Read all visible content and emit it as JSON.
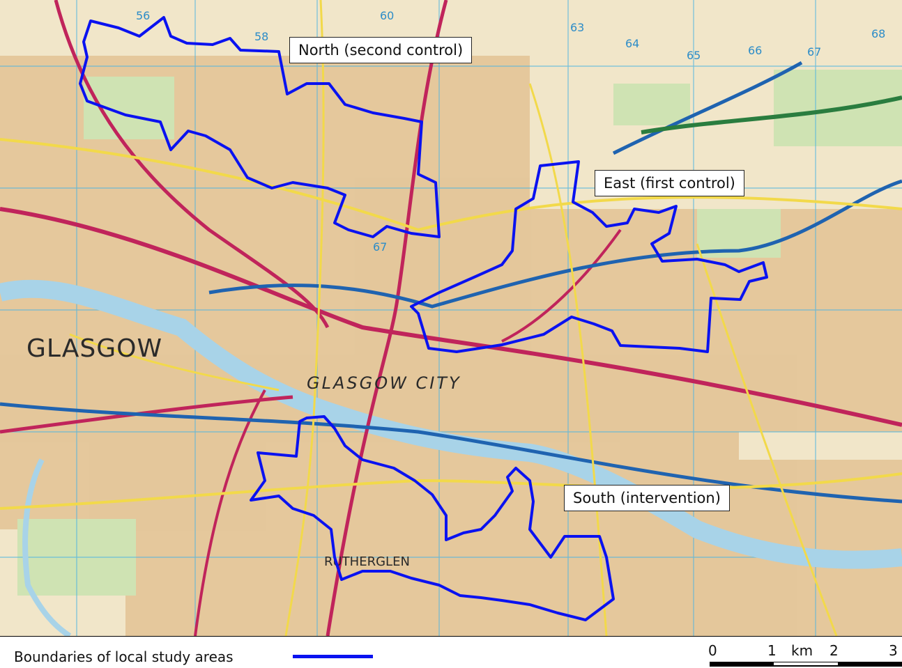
{
  "map": {
    "place_labels": {
      "city_large": "GLASGOW",
      "city_center": "GLASGOW CITY",
      "town_south": "RUTHERGLEN"
    },
    "study_areas": [
      {
        "label": "North (second control)",
        "color": "#0a12f0"
      },
      {
        "label": "East (first control)",
        "color": "#0a12f0"
      },
      {
        "label": "South (intervention)",
        "color": "#0a12f0"
      }
    ],
    "grid_numbers": [
      "56",
      "58",
      "60",
      "63",
      "64",
      "65",
      "66",
      "67",
      "68",
      "67"
    ],
    "colors": {
      "boundary": "#0a12f0",
      "road_primary": "#c0245b",
      "road_secondary": "#f2d94a",
      "road_trunk": "#2a7d3f",
      "motorway": "#1f63b0",
      "river": "#a8d3e8",
      "urban": "#e6c79d",
      "grid": "#52b6e0"
    }
  },
  "legend": {
    "label": "Boundaries of local study areas"
  },
  "scale": {
    "ticks": [
      "0",
      "1",
      "2",
      "3"
    ],
    "unit": "km"
  }
}
